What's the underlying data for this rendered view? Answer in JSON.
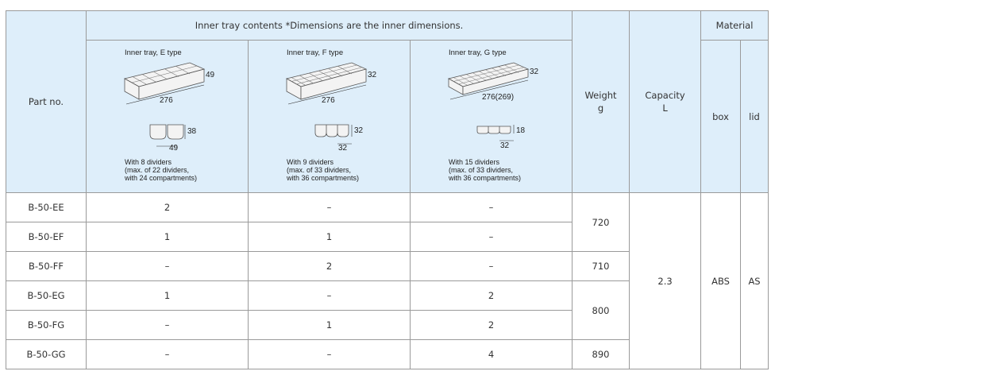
{
  "header": {
    "part_no": "Part no.",
    "contents": "Inner tray contents *Dimensions are the inner dimensions.",
    "weight": "Weight",
    "weight_unit": "g",
    "capacity": "Capacity",
    "capacity_unit": "L",
    "material": "Material",
    "box": "box",
    "lid": "lid"
  },
  "trays": [
    {
      "title": "Inner tray, E type",
      "dims": [
        "49",
        "276",
        "38",
        "49"
      ],
      "note": [
        "With 8 dividers",
        "(max. of 22 dividers,",
        "with 24 compartments)"
      ]
    },
    {
      "title": "Inner tray, F type",
      "dims": [
        "32",
        "276",
        "32",
        "32"
      ],
      "note": [
        "With 9 dividers",
        "(max. of 33 dividers,",
        "with 36 compartments)"
      ]
    },
    {
      "title": "Inner tray, G type",
      "dims": [
        "32",
        "276(269)",
        "18",
        "32"
      ],
      "note": [
        "With 15 dividers",
        "(max. of 33 dividers,",
        "with 36 compartments)"
      ]
    }
  ],
  "rows": [
    {
      "part": "B-50-EE",
      "e": "2",
      "f": "–",
      "g": "–"
    },
    {
      "part": "B-50-EF",
      "e": "1",
      "f": "1",
      "g": "–"
    },
    {
      "part": "B-50-FF",
      "e": "–",
      "f": "2",
      "g": "–"
    },
    {
      "part": "B-50-EG",
      "e": "1",
      "f": "–",
      "g": "2"
    },
    {
      "part": "B-50-FG",
      "e": "–",
      "f": "1",
      "g": "2"
    },
    {
      "part": "B-50-GG",
      "e": "–",
      "f": "–",
      "g": "4"
    }
  ],
  "weights": {
    "ee_ef": "720",
    "ff": "710",
    "eg_fg": "800",
    "gg": "890"
  },
  "capacity": "2.3",
  "material": {
    "box": "ABS",
    "lid": "AS"
  }
}
